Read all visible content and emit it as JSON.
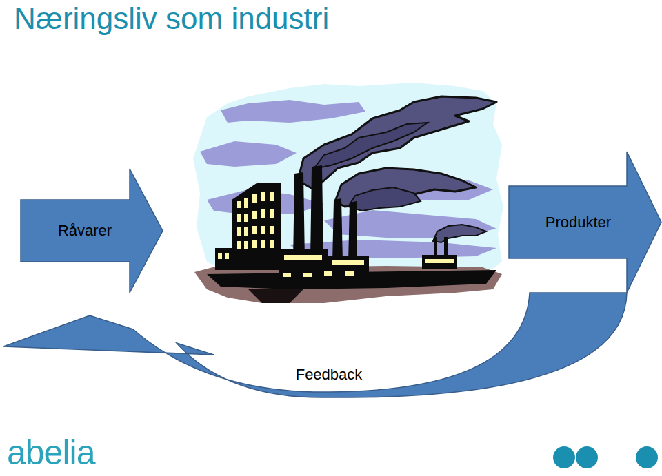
{
  "diagram": {
    "title": "Næringsliv som industri",
    "nodes": [
      {
        "text": [
          "Råvarer"
        ]
      },
      {
        "text": [
          "Produkter"
        ]
      }
    ],
    "edges": [
      {
        "from": 1,
        "to": 0,
        "label": "Feedback",
        "arrow": "to"
      }
    ],
    "labels": [
      "abelia"
    ]
  }
}
